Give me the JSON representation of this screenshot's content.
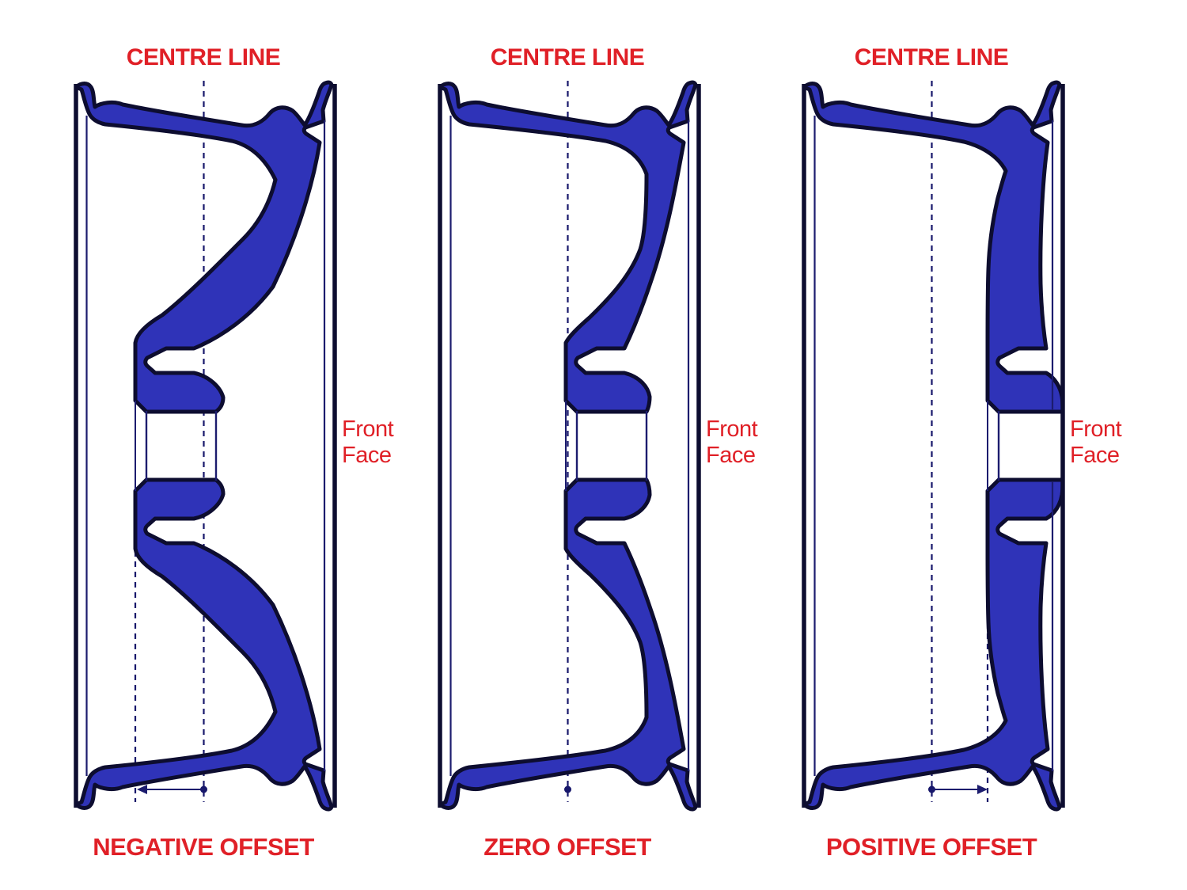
{
  "colors": {
    "background": "#ffffff",
    "fill_blue": "#2f33b8",
    "outline_dark": "#0d0d30",
    "line_navy": "#1c1c6e",
    "dashed_navy": "#17176b",
    "label_red": "#e02027"
  },
  "wheels": [
    {
      "centre_line": "CENTRE LINE",
      "front_face": [
        "Front",
        "Face"
      ],
      "offset_label": "NEGATIVE OFFSET",
      "offset_type": "negative"
    },
    {
      "centre_line": "CENTRE LINE",
      "front_face": [
        "Front",
        "Face"
      ],
      "offset_label": "ZERO OFFSET",
      "offset_type": "zero"
    },
    {
      "centre_line": "CENTRE LINE",
      "front_face": [
        "Front",
        "Face"
      ],
      "offset_label": "POSITIVE OFFSET",
      "offset_type": "positive"
    }
  ]
}
